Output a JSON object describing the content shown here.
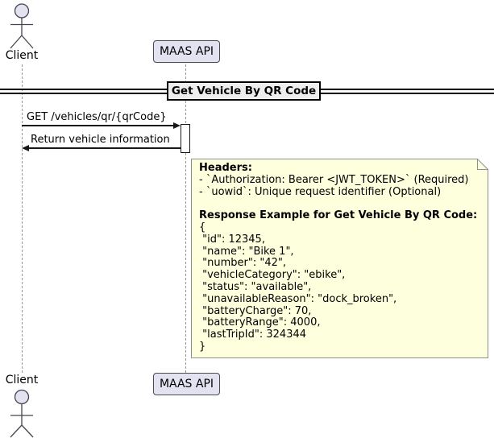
{
  "diagram": {
    "title": "Get Vehicle By QR Code",
    "actor": {
      "label": "Client"
    },
    "participant": {
      "label": "MAAS API"
    },
    "messages": [
      {
        "text": "GET /vehicles/qr/{qrCode}",
        "direction": "right"
      },
      {
        "text": "Return vehicle information",
        "direction": "left"
      }
    ],
    "note": {
      "headers_title": "Headers:",
      "headers": [
        "- `Authorization: Bearer <JWT_TOKEN>` (Required)",
        "- `uowid`: Unique request identifier (Optional)"
      ],
      "response_title": "Response Example for Get Vehicle By QR Code:",
      "json_lines": [
        "{",
        " \"id\": 12345,",
        " \"name\": \"Bike 1\",",
        " \"number\": \"42\",",
        " \"vehicleCategory\": \"ebike\",",
        " \"status\": \"available\",",
        " \"unavailableReason\": \"dock_broken\",",
        " \"batteryCharge\": 70,",
        " \"batteryRange\": 4000,",
        " \"lastTripId\": 324344",
        "}"
      ]
    },
    "colors": {
      "background": "#FFFFFF",
      "text": "#000000",
      "participant_fill": "#E2E2F0",
      "participant_border": "#4A4A55",
      "actor_line": "#454552",
      "lifeline": "#999999",
      "arrow": "#181818",
      "title_fill": "#EEEEEE",
      "title_border": "#000000",
      "note_fill": "#FEFFDD",
      "note_border": "#8F8F8F",
      "activation_fill": "#FFFFFF"
    }
  }
}
